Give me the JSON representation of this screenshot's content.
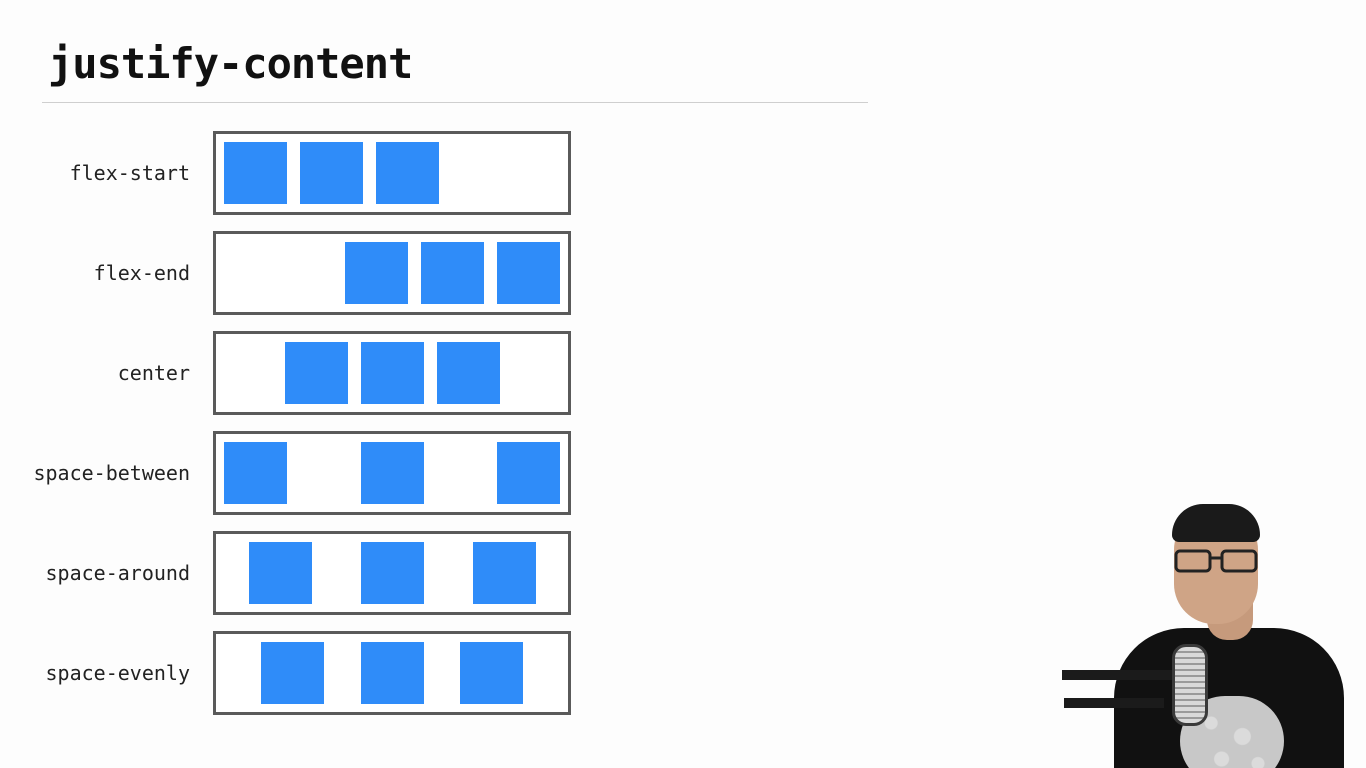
{
  "title": "justify-content",
  "item_color": "#2f8cf9",
  "rows": [
    {
      "label": "flex-start",
      "justify": "flex-start",
      "items": 3
    },
    {
      "label": "flex-end",
      "justify": "flex-end",
      "items": 3
    },
    {
      "label": "center",
      "justify": "center",
      "items": 3
    },
    {
      "label": "space-between",
      "justify": "space-between",
      "items": 3
    },
    {
      "label": "space-around",
      "justify": "space-around",
      "items": 3
    },
    {
      "label": "space-evenly",
      "justify": "space-evenly",
      "items": 3
    }
  ]
}
